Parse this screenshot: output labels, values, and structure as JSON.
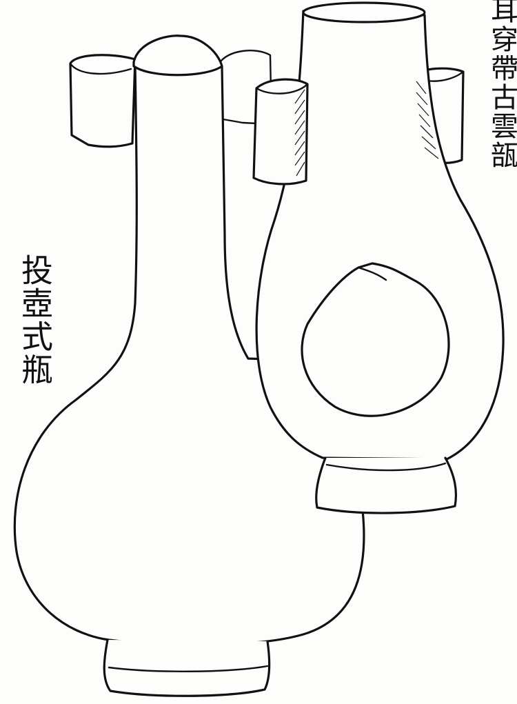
{
  "labels": {
    "left": "投壺式瓶",
    "right": "耳穿帶古雲瓿"
  },
  "icons": {
    "vase_left": "touhu-vase-drawing",
    "vase_right": "pierced-ear-vase-drawing"
  },
  "colors": {
    "ink": "#111111",
    "paper": "#fdfdfb"
  }
}
